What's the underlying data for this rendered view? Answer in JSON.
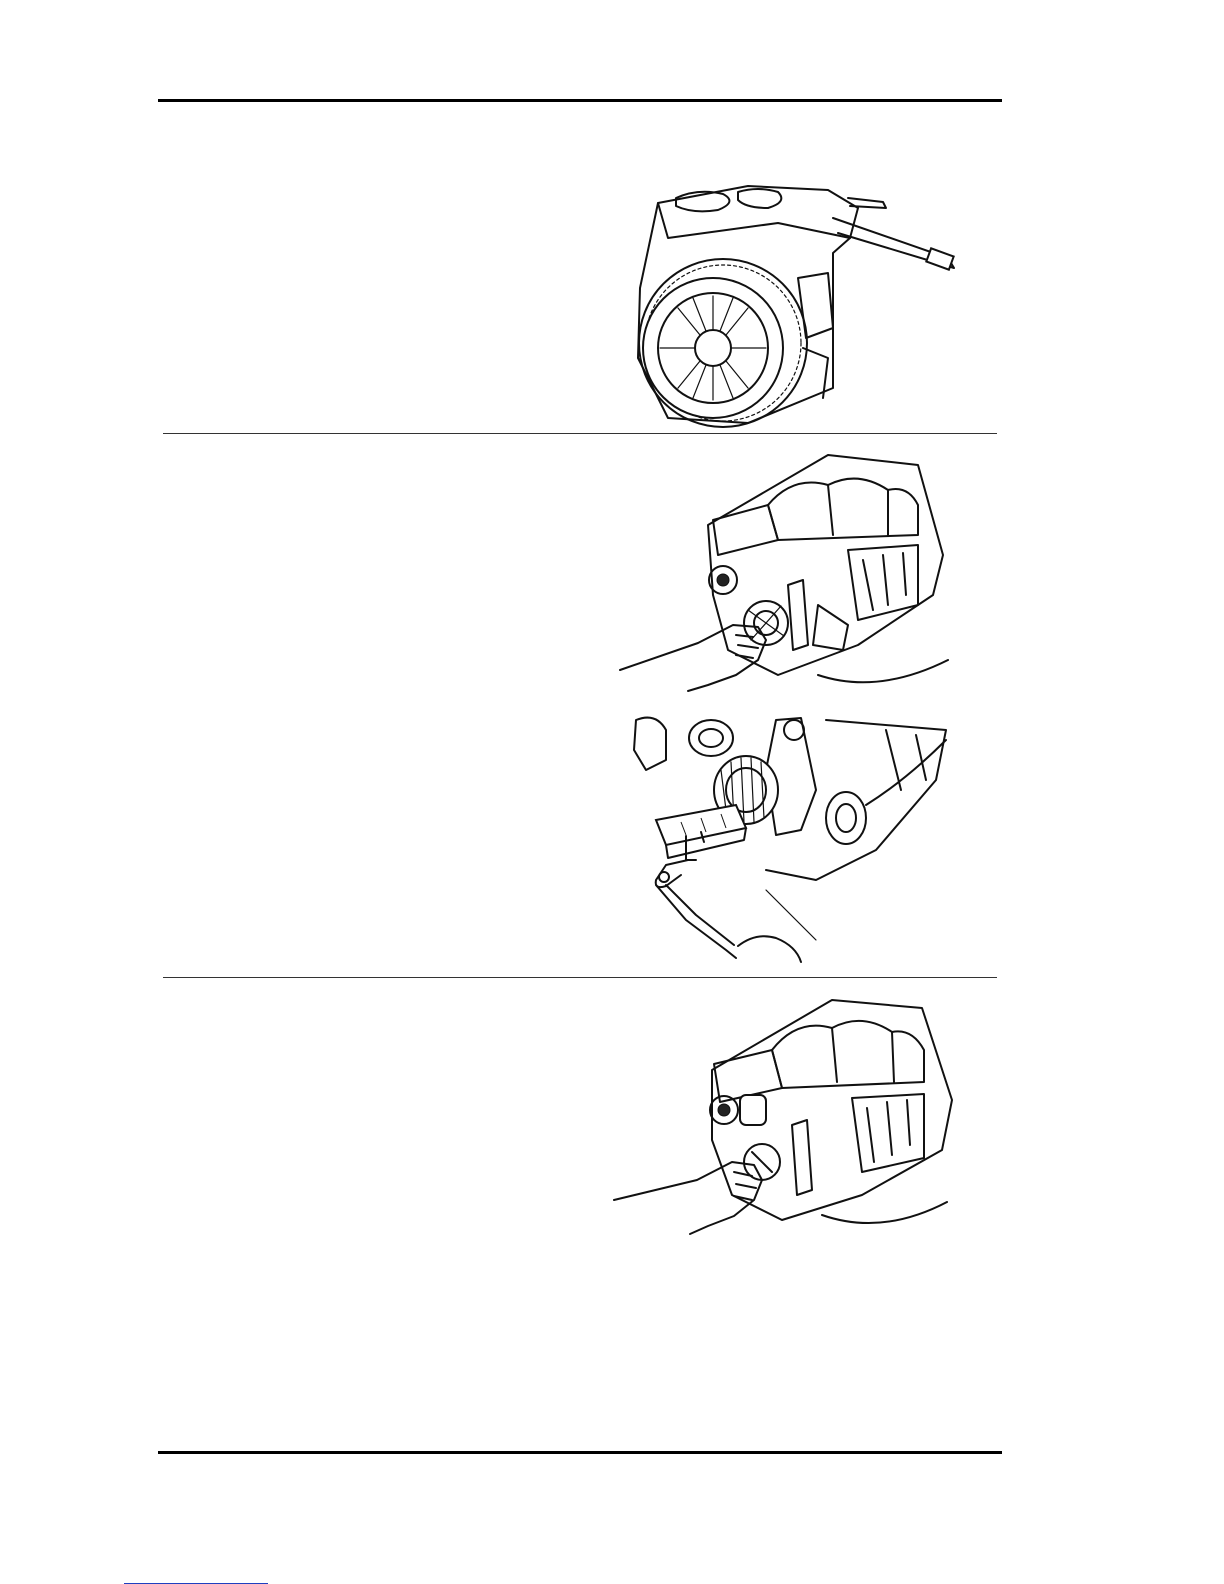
{
  "page": {
    "background": "#ffffff",
    "rule_color": "#000000",
    "link_color": "#1f3fbf"
  },
  "figures": [
    {
      "icon": "engine-flywheel-clutch-illustration"
    },
    {
      "icon": "engine-block-hand-crankshaft-illustration"
    },
    {
      "icon": "crankshaft-gear-puller-tool-illustration"
    },
    {
      "icon": "engine-block-hand-wrench-illustration"
    }
  ]
}
